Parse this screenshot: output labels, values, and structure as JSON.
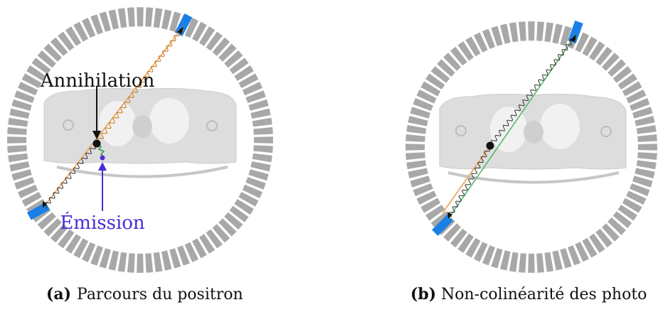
{
  "panel_a": {
    "annihilation_label": "Annihilation",
    "emission_label": "Émission",
    "caption_letter": "(a)",
    "caption_text": "Parcours du positron"
  },
  "panel_b": {
    "caption_letter": "(b)",
    "caption_text": "Non-colinéarité des photo"
  },
  "colors": {
    "detector_block": "#a8a8a8",
    "active_detector": "#1a7fe6",
    "photon_path": "#f0a050",
    "positron_path": "#2f9a3a",
    "lor_line": "#55b86a",
    "emission_point": "#4b2bd6",
    "annihilation_point": "#111111"
  }
}
